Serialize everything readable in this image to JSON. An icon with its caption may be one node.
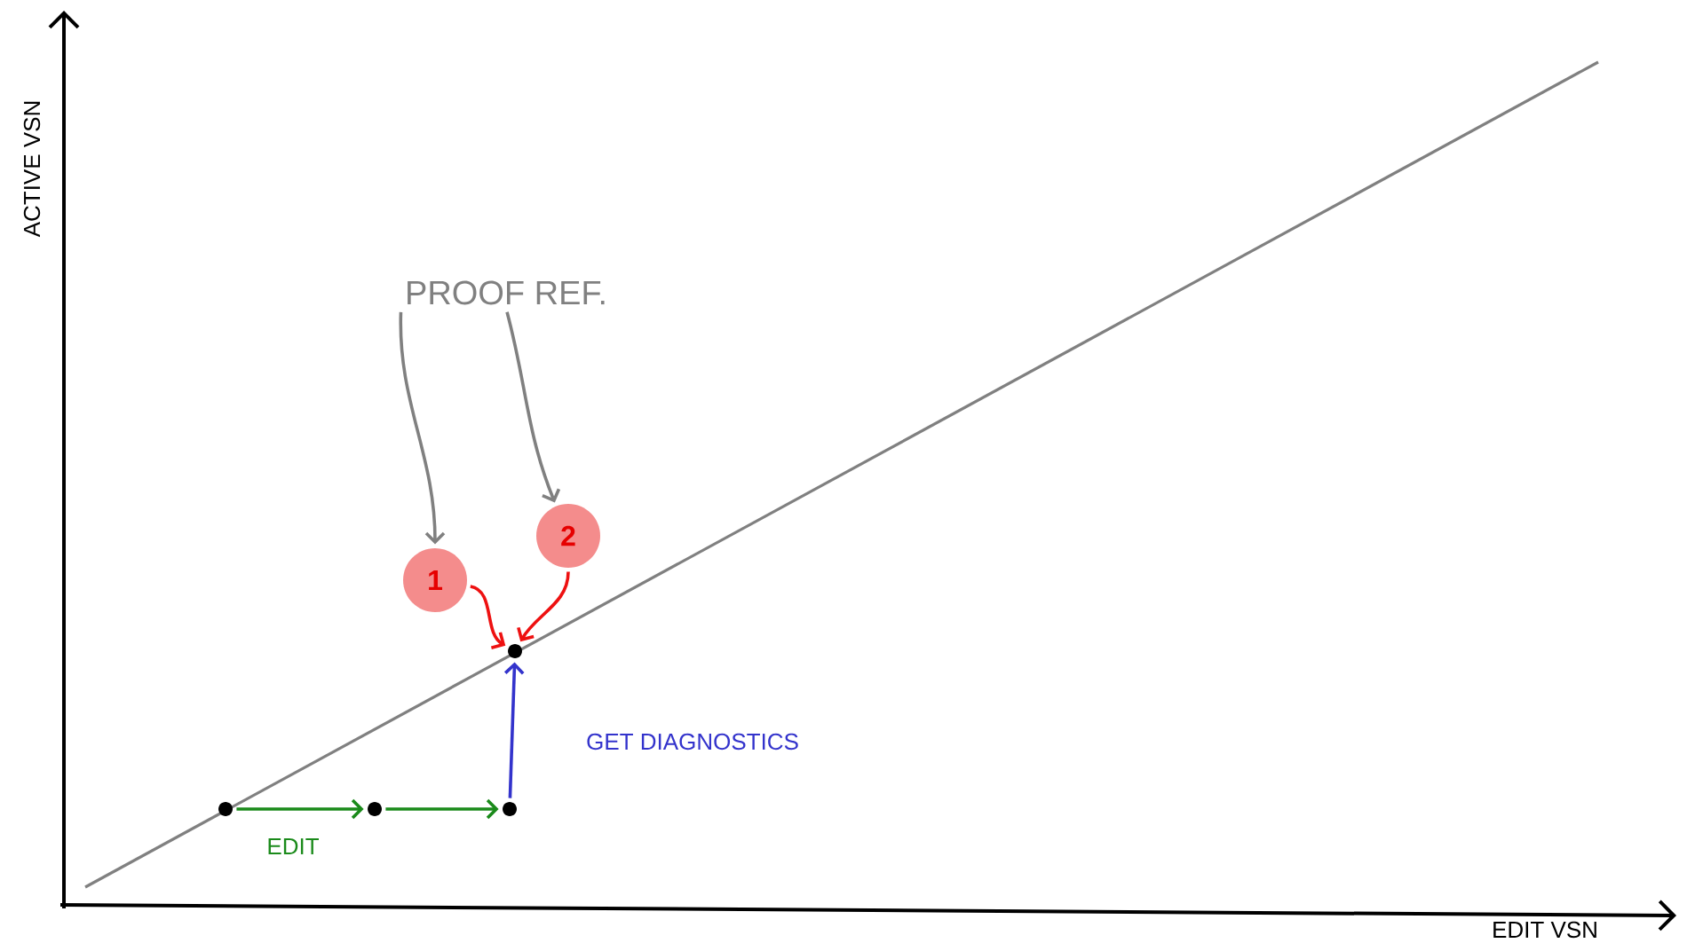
{
  "diagram": {
    "nodes": [
      {
        "text": [
          "PROOF REF."
        ]
      },
      {
        "text": [
          "1"
        ]
      },
      {
        "text": [
          "2"
        ]
      },
      {
        "text": [],
        "shape": "circle"
      },
      {
        "text": [],
        "shape": "circle"
      },
      {
        "text": [],
        "shape": "circle"
      },
      {
        "text": [],
        "shape": "circle"
      }
    ],
    "edges": [
      {
        "from": 0,
        "to": 1,
        "arrow": "to",
        "color": "#808080"
      },
      {
        "from": 0,
        "to": 2,
        "arrow": "to",
        "color": "#808080"
      },
      {
        "from": 1,
        "to": 6,
        "arrow": "to",
        "color": "#ee1111"
      },
      {
        "from": 2,
        "to": 6,
        "arrow": "to",
        "color": "#ee1111"
      },
      {
        "from": 3,
        "to": 4,
        "arrow": "to",
        "label": "EDIT",
        "color": "#1a8a1a"
      },
      {
        "from": 4,
        "to": 5,
        "arrow": "to",
        "color": "#1a8a1a"
      },
      {
        "from": 5,
        "to": 6,
        "arrow": "to",
        "label": "GET DIAGNOSTICS",
        "color": "#3333cc"
      }
    ],
    "labels": [
      "ACTIVE VSN",
      "EDIT VSN"
    ]
  }
}
